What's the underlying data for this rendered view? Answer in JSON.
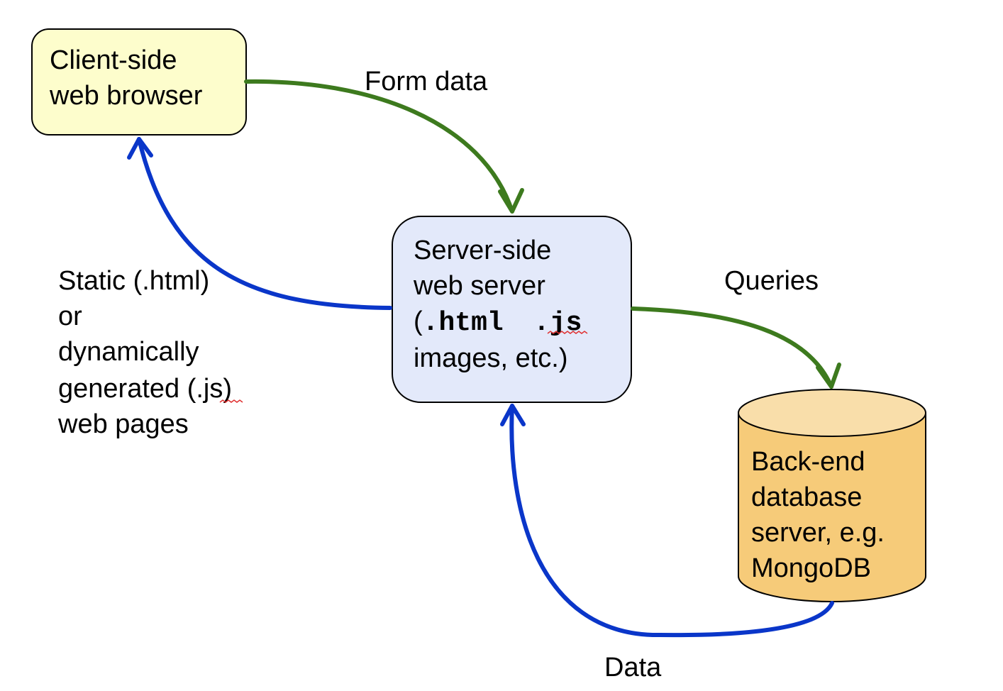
{
  "client": {
    "label_line1": "Client-side",
    "label_line2": "web browser",
    "color": "#fdfdcc"
  },
  "server": {
    "label_line1": "Server-side",
    "label_line2": "web server",
    "code_paren": "(",
    "code_html": ".html",
    "code_js": ".js",
    "label_line4": "images, etc.)",
    "color": "#e3e9fa"
  },
  "database": {
    "label_line1": "Back-end",
    "label_line2": "database",
    "label_line3": "server, e.g.",
    "label_line4": "MongoDB",
    "body_color": "#f6cb79",
    "top_color": "#f9deaa"
  },
  "edges": {
    "form_data": "Form data",
    "queries": "Queries",
    "data": "Data",
    "pages_line1": "Static (.html)",
    "pages_line2": "or",
    "pages_line3": "dynamically",
    "pages_line4_a": "generated (.",
    "pages_line4_b": "js",
    "pages_line4_c": ")",
    "pages_line5": "web pages",
    "request_color": "#3d7a1e",
    "response_color": "#0a36c9"
  }
}
